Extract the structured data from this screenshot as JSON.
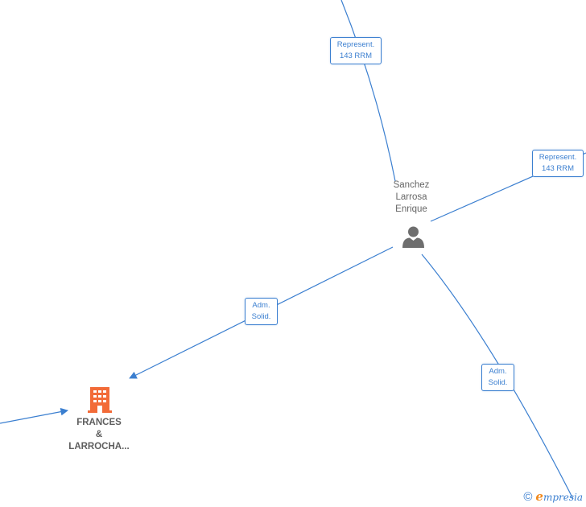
{
  "nodes": {
    "person": {
      "name_lines": [
        "Sanchez",
        "Larrosa",
        "Enrique"
      ],
      "icon": "person-icon",
      "color": "#6e6e6e"
    },
    "company": {
      "name_lines": [
        "FRANCES",
        "&",
        "LARROCHA..."
      ],
      "icon": "building-icon",
      "color": "#f26b38"
    }
  },
  "edges": [
    {
      "id": "top",
      "label_lines": [
        "Represent.",
        "143 RRM"
      ]
    },
    {
      "id": "right",
      "label_lines": [
        "Represent.",
        "143 RRM"
      ]
    },
    {
      "id": "company",
      "label_lines": [
        "Adm.",
        "Solid."
      ]
    },
    {
      "id": "bottom",
      "label_lines": [
        "Adm.",
        "Solid."
      ]
    }
  ],
  "watermark": {
    "copyright": "©",
    "brand_initial": "e",
    "brand_rest": "mpresia"
  },
  "colors": {
    "edge": "#3b7fd0",
    "company_icon": "#f26b38",
    "person_icon": "#6e6e6e"
  }
}
